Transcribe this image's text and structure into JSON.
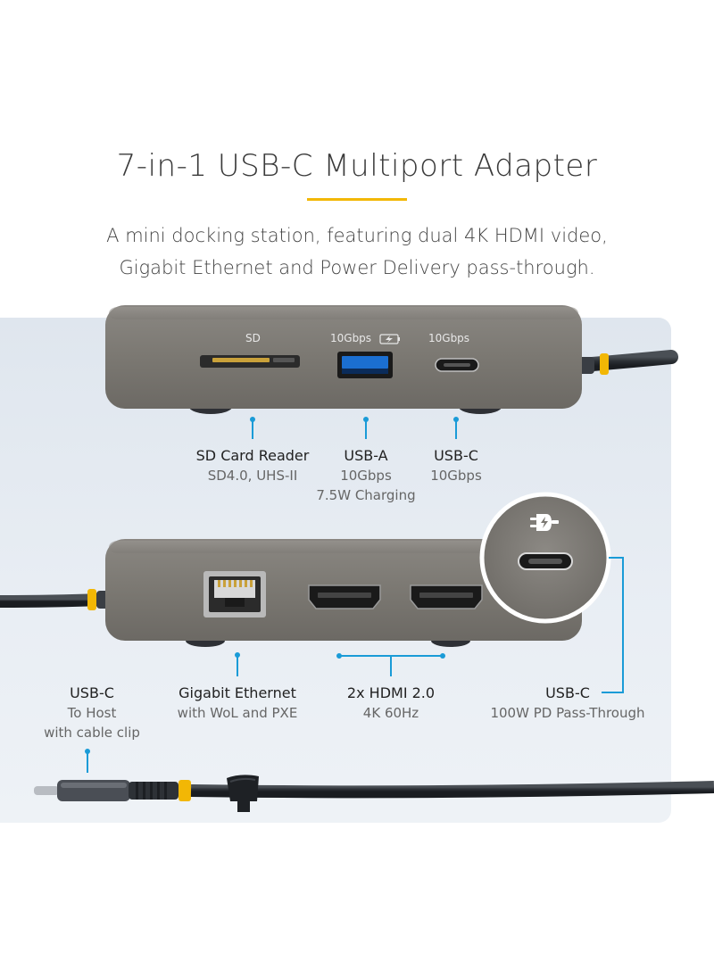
{
  "heading": {
    "title": "7-in-1 USB-C Multiport Adapter",
    "subtitle_line1": "A mini docking station, featuring dual 4K HDMI video,",
    "subtitle_line2": "Gigabit Ethernet and Power Delivery pass-through."
  },
  "colors": {
    "accent_yellow": "#f2b705",
    "callout_blue": "#1a9bd7",
    "device_gray": "#7d7a74"
  },
  "top_device": {
    "port_labels": {
      "sd": "SD",
      "usb_a": "10Gbps",
      "usb_c": "10Gbps"
    },
    "callouts": {
      "sd": {
        "name": "SD Card Reader",
        "detail": "SD4.0, UHS-II"
      },
      "usb_a": {
        "name": "USB-A",
        "detail1": "10Gbps",
        "detail2": "7.5W Charging"
      },
      "usb_c": {
        "name": "USB-C",
        "detail": "10Gbps"
      }
    }
  },
  "bottom_device": {
    "callouts": {
      "host": {
        "name": "USB-C",
        "detail1": "To Host",
        "detail2": "with cable clip"
      },
      "ethernet": {
        "name": "Gigabit Ethernet",
        "detail": "with WoL and PXE"
      },
      "hdmi": {
        "name": "2x HDMI 2.0",
        "detail": "4K 60Hz"
      },
      "pd": {
        "name": "USB-C",
        "detail": "100W PD Pass-Through"
      }
    },
    "icons": [
      "ethernet-port-icon",
      "hdmi-port-icon",
      "usb-c-port-icon",
      "power-plug-icon"
    ]
  }
}
